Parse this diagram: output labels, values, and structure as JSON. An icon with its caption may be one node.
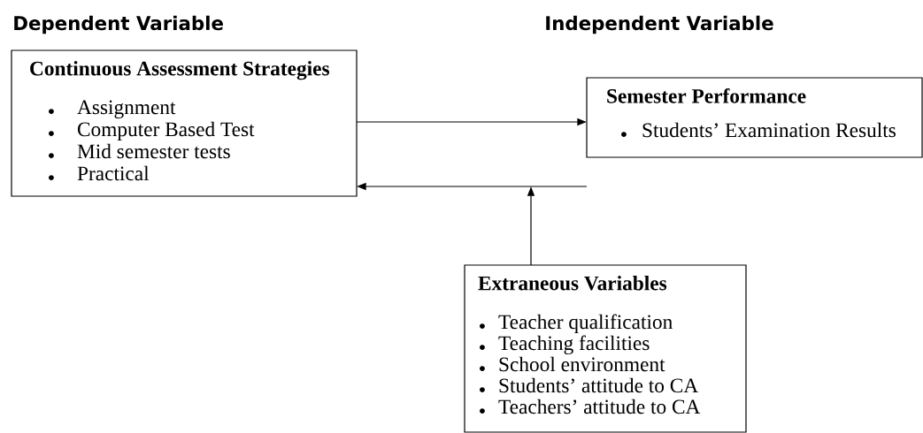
{
  "diagram": {
    "nodes": [
      {
        "text": [
          "Continuous Assessment Strategies",
          "Assignment",
          "Computer Based Test",
          "Mid semester tests",
          "Practical"
        ]
      },
      {
        "text": [
          "Semester Performance",
          "Students’ Examination Results"
        ]
      },
      {
        "text": [
          "Extraneous Variables",
          "Teacher qualification",
          "Teaching facilities",
          "School environment",
          "Students’ attitude to CA",
          "Teachers’ attitude to CA"
        ]
      }
    ],
    "edges": [
      {
        "from": 0,
        "to": 1,
        "arrow": "to"
      },
      {
        "from": 1,
        "to": 0,
        "arrow": "to"
      },
      {
        "from": 2,
        "to": null,
        "arrow": "to"
      }
    ],
    "labels": [
      "Dependent Variable",
      "Independent Variable"
    ]
  }
}
